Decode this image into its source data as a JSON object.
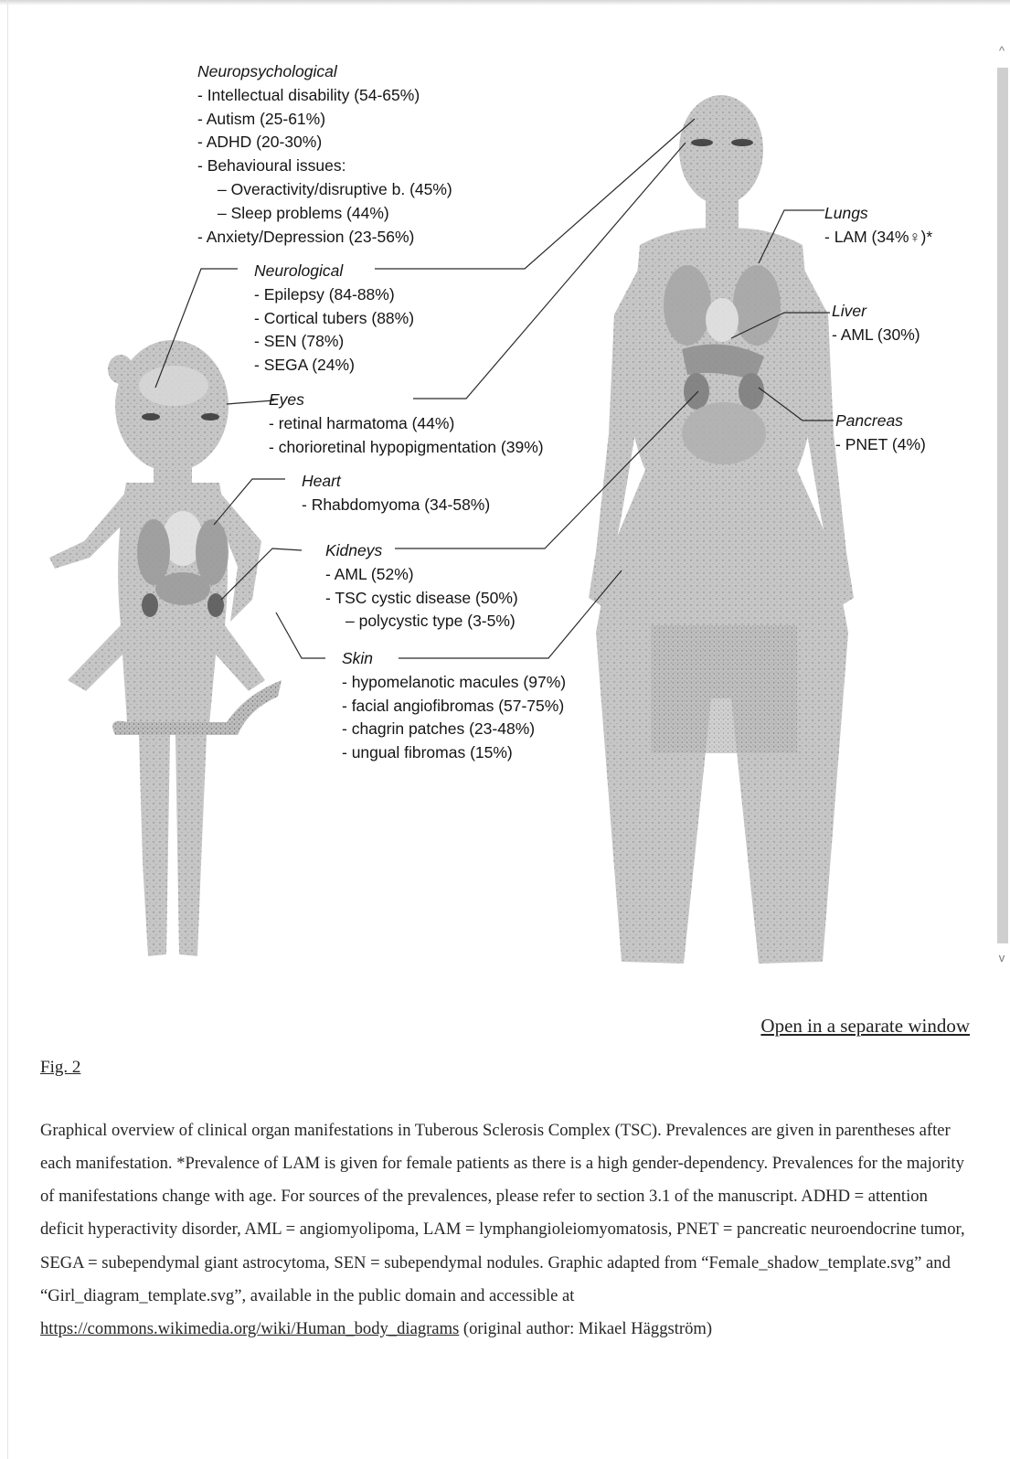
{
  "figure": {
    "groups": {
      "neuropsych": {
        "title": "Neuropsychological",
        "items": [
          "- Intellectual disability (54-65%)",
          "- Autism (25-61%)",
          "- ADHD (20-30%)",
          "- Behavioural issues:"
        ],
        "subitems": [
          "– Overactivity/disruptive b. (45%)",
          "– Sleep problems (44%)"
        ],
        "tail": "- Anxiety/Depression (23-56%)"
      },
      "neuro": {
        "title": "Neurological",
        "items": [
          "- Epilepsy (84-88%)",
          "- Cortical tubers (88%)",
          "- SEN (78%)",
          "- SEGA (24%)"
        ]
      },
      "eyes": {
        "title": "Eyes",
        "items": [
          "- retinal harmatoma (44%)",
          "- chorioretinal hypopigmentation (39%)"
        ]
      },
      "heart": {
        "title": "Heart",
        "items": [
          "- Rhabdomyoma (34-58%)"
        ]
      },
      "kidneys": {
        "title": "Kidneys",
        "items": [
          "- AML (52%)",
          "- TSC cystic disease (50%)"
        ],
        "subitems": [
          "– polycystic type (3-5%)"
        ]
      },
      "skin": {
        "title": "Skin",
        "items": [
          "- hypomelanotic macules (97%)",
          "- facial angiofibromas (57-75%)",
          "- chagrin patches (23-48%)",
          "- ungual fibromas (15%)"
        ]
      },
      "lungs": {
        "title": "Lungs",
        "items": [
          "- LAM (34%♀)*"
        ]
      },
      "liver": {
        "title": "Liver",
        "items": [
          "- AML (30%)"
        ]
      },
      "pancreas": {
        "title": "Pancreas",
        "items": [
          "- PNET (4%)"
        ]
      }
    }
  },
  "scrollbar": {
    "up_icon": "^",
    "down_icon": "v"
  },
  "links": {
    "open_window": "Open in a separate window",
    "fig_label": "Fig. 2"
  },
  "caption": {
    "text_before_link": "Graphical overview of clinical organ manifestations in Tuberous Sclerosis Complex (TSC). Prevalences are given in parentheses after each manifestation. *Prevalence of LAM is given for female patients as there is a high gender-dependency. Prevalences for the majority of manifestations change with age. For sources of the prevalences, please refer to section 3.1 of the manuscript. ADHD = attention deficit hyperactivity disorder, AML = angiomyolipoma, LAM = lymphangioleiomyomatosis, PNET = pancreatic neuroendocrine tumor, SEGA = subependymal giant astrocytoma, SEN = subependymal nodules. Graphic adapted from “Female_shadow_template.svg” and “Girl_diagram_template.svg”, available in the public domain and accessible at ",
    "link_text": "https://commons.wikimedia.org/wiki/Human_body_diagrams",
    "text_after_link": " (original author: Mikael Häggström)"
  },
  "colors": {
    "silhouette": "#c9c9c9",
    "organ": "#9e9e9e",
    "line": "#2a2a2a",
    "scroll_track": "#cfcfcf"
  }
}
